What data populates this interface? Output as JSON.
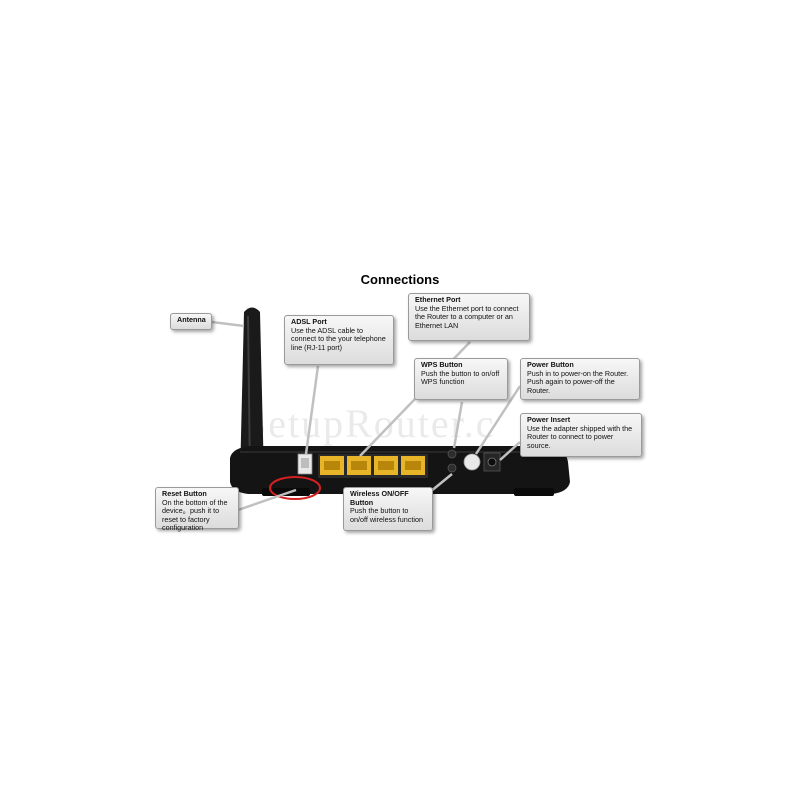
{
  "title": "Connections",
  "watermark": "SetupRouter.c",
  "callouts": {
    "antenna": {
      "heading": "Antenna",
      "desc": ""
    },
    "adsl": {
      "heading": "ADSL Port",
      "desc": "Use the ADSL cable to connect to the your telephone line (RJ-11 port)"
    },
    "ethernet": {
      "heading": "Ethernet Port",
      "desc": "Use the Ethernet port to connect the Router to a computer or an Ethernet LAN"
    },
    "wps": {
      "heading": "WPS Button",
      "desc": "Push the button to on/off WPS function"
    },
    "power_button": {
      "heading": "Power Button",
      "desc": "Push in to power-on the Router. Push again to power-off the Router."
    },
    "power_insert": {
      "heading": "Power Insert",
      "desc": "Use the adapter shipped with the Router to connect to power source."
    },
    "reset": {
      "heading": "Reset Button",
      "desc": "On the bottom of the device。push it to reset to factory configuration"
    },
    "wireless": {
      "heading": "Wireless ON/OFF Button",
      "desc": "Push the button to on/off wireless function"
    }
  },
  "colors": {
    "router_body": "#141414",
    "ethernet_port": "#e8b428",
    "highlight_circle": "#d42020",
    "callout_border": "#9a9a9a"
  }
}
